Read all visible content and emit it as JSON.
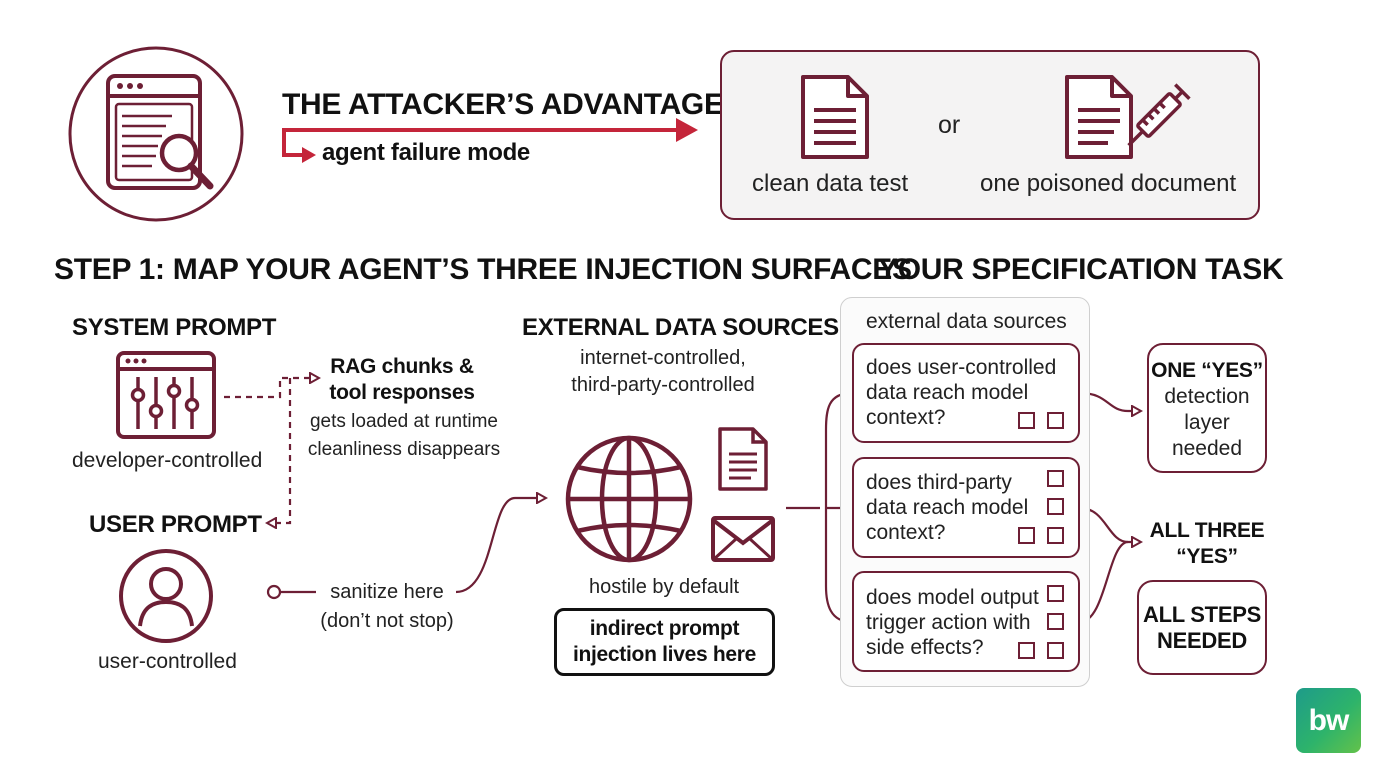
{
  "top": {
    "title": "THE ATTACKER’S ADVANTAGE",
    "subtitle": "agent failure mode",
    "clean_label": "clean data test",
    "or_label": "or",
    "poisoned_label": "one poisoned document"
  },
  "step1": {
    "heading": "STEP 1: MAP YOUR AGENT’S THREE INJECTION SURFACES",
    "system_prompt": {
      "title": "SYSTEM PROMPT",
      "caption": "developer-controlled"
    },
    "rag": {
      "title_line1": "RAG chunks &",
      "title_line2": "tool responses",
      "desc_line1": "gets loaded at runtime",
      "desc_line2": "cleanliness disappears"
    },
    "user_prompt": {
      "title": "USER PROMPT",
      "caption": "user-controlled",
      "sanitize_line1": "sanitize here",
      "sanitize_line2": "(don’t not stop)"
    },
    "external": {
      "title": "EXTERNAL DATA SOURCES",
      "desc_line1": "internet-controlled,",
      "desc_line2": "third-party-controlled",
      "hostile": "hostile by default",
      "callout_line1": "indirect prompt",
      "callout_line2": "injection lives here"
    }
  },
  "spec": {
    "heading": "YOUR SPECIFICATION TASK",
    "panel_title": "external data sources",
    "questions": [
      {
        "line1": "does user-controlled",
        "line2": "data reach model",
        "line3": "context?"
      },
      {
        "line1": "does third-party",
        "line2": "data reach model",
        "line3": "context?"
      },
      {
        "line1": "does model output",
        "line2": "trigger action with",
        "line3": "side effects?"
      }
    ],
    "one_yes": {
      "line1": "ONE “YES”",
      "line2": "detection",
      "line3": "layer",
      "line4": "needed"
    },
    "all_three": {
      "line1": "ALL THREE",
      "line2": "“YES”"
    },
    "all_steps": {
      "line1": "ALL STEPS",
      "line2": "NEEDED"
    }
  },
  "logo": {
    "text": "bw"
  },
  "colors": {
    "accent": "#6d1f35",
    "arrow_red": "#c4253a",
    "logo_green": "#2db36b"
  },
  "icons": [
    "browser-search-icon",
    "document-icon",
    "poisoned-document-syringe-icon",
    "sliders-window-icon",
    "user-icon",
    "globe-icon",
    "envelope-icon"
  ]
}
